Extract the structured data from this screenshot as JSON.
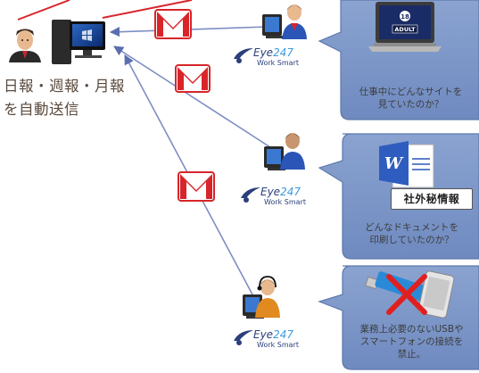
{
  "admin": {
    "label_line1": "日報・週報・月報",
    "label_line2": "を自動送信"
  },
  "brand": {
    "eye": "Eye",
    "num": "247",
    "tagline": "Work Smart"
  },
  "bubbles": [
    {
      "line1": "仕事中にどんなサイトを",
      "line2": "見ていたのか？",
      "screen_text": "ADULT",
      "badge": "18"
    },
    {
      "line1": "どんなドキュメントを",
      "line2": "印刷していたのか？",
      "tag": "社外秘情報",
      "doc_letter": "W"
    },
    {
      "line1": "業務上必要のないUSBや",
      "line2": "スマートフォンの接続を",
      "line3": "禁止。"
    }
  ],
  "colors": {
    "bubble_fill": "#7e98c8",
    "bubble_stroke": "#5d78ac",
    "arrow": "#7d8ec4",
    "mail_red": "#d8252a",
    "red_x": "#e02020"
  },
  "icons": [
    "admin-person-icon",
    "desktop-computer-icon",
    "employee-computer-icon",
    "gmail-envelope-icon",
    "laptop-icon",
    "word-document-icon",
    "usb-stick-icon",
    "smartphone-icon",
    "prohibit-x-icon"
  ]
}
